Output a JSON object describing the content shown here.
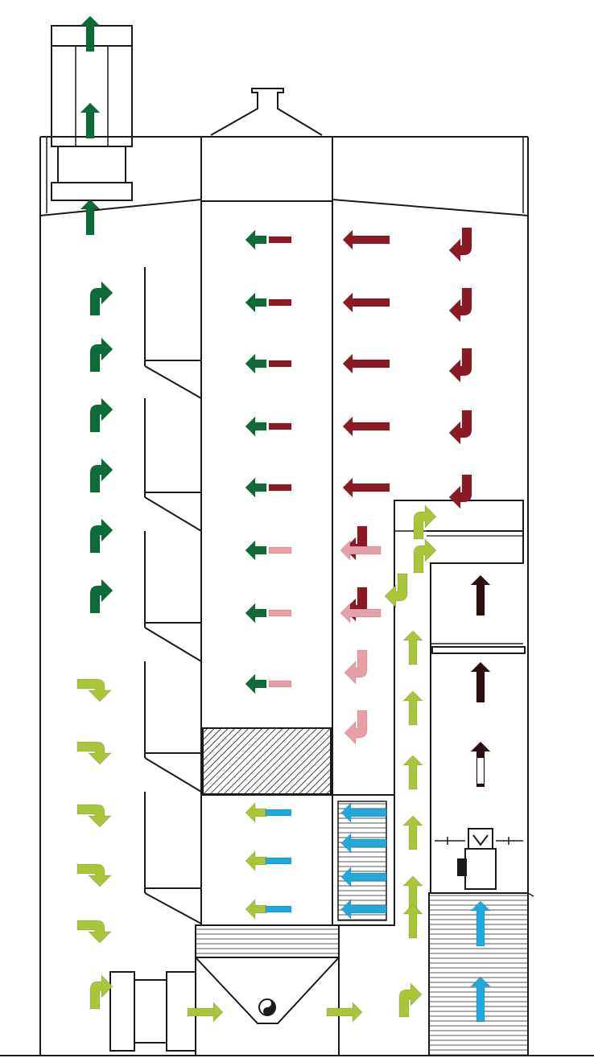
{
  "diagram": {
    "kind": "grain dryer airflow schematic",
    "colors": {
      "outline": "#1a1a1a",
      "exhaust_green": "#0d6b3a",
      "hot_red": "#8b1a24",
      "pink": "#e8a0a8",
      "lime": "#a9c63a",
      "cyan": "#1fa9dc",
      "dark_brown": "#2a1010",
      "hatch": "#444444"
    },
    "arrows": {
      "exhaust_green": 10,
      "hot_red": 16,
      "pink": 6,
      "lime": 22,
      "cyan": 9,
      "dark_brown": 3
    },
    "icons": [
      "fan-icon",
      "burner-icon",
      "discharge-valve-icon",
      "arrow-icon"
    ]
  }
}
